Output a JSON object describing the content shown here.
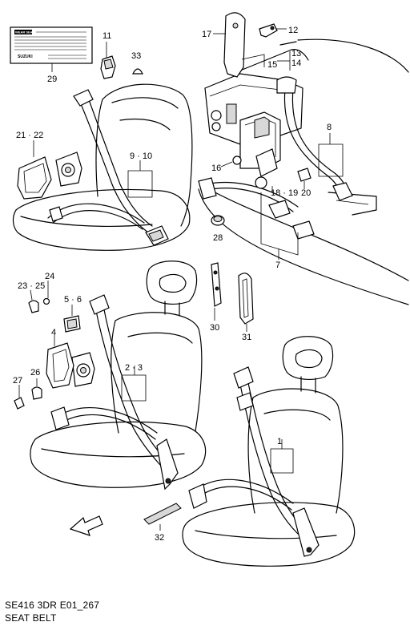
{
  "label_card": {
    "header": "WEAR SEAT BELT",
    "brand": "SUZUKI"
  },
  "callouts": {
    "c1": "1",
    "c2_3": "2 · 3",
    "c4": "4",
    "c5_6": "5 · 6",
    "c7": "7",
    "c8": "8",
    "c9_10": "9 · 10",
    "c11": "11",
    "c12": "12",
    "c13": "13",
    "c14": "14",
    "c15": "15",
    "c16": "16",
    "c17": "17",
    "c18_19": "18 · 19",
    "c20": "20",
    "c21_22": "21 · 22",
    "c23_25": "23 · 25",
    "c24": "24",
    "c26": "26",
    "c27": "27",
    "c28": "28",
    "c29": "29",
    "c30": "30",
    "c31": "31",
    "c32": "32",
    "c33": "33"
  },
  "footer": {
    "code": "SE416 3DR E01_267",
    "title": "SEAT BELT"
  }
}
